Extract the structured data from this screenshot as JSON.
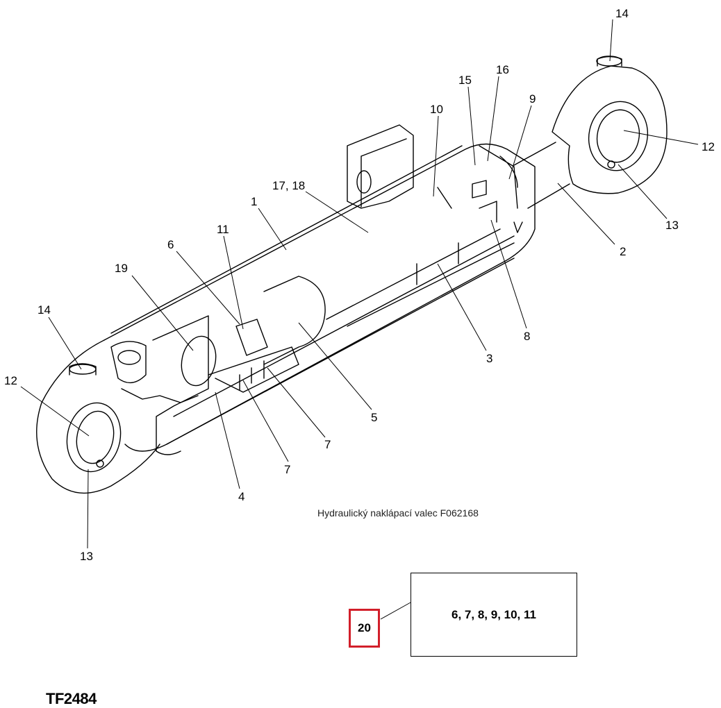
{
  "callouts": [
    "14",
    "16",
    "15",
    "9",
    "10",
    "12",
    "13",
    "2",
    "17, 18",
    "1",
    "11",
    "6",
    "19",
    "14",
    "12",
    "8",
    "3",
    "5",
    "7",
    "7",
    "4",
    "13"
  ],
  "caption": "Hydraulický naklápací valec F062168",
  "kit": {
    "number": "20",
    "parts": "6, 7, 8, 9, 10, 11"
  },
  "drawing_code": "TF2484",
  "colors": {
    "line": "#000000",
    "highlight": "#d21f2a",
    "background": "#ffffff"
  }
}
